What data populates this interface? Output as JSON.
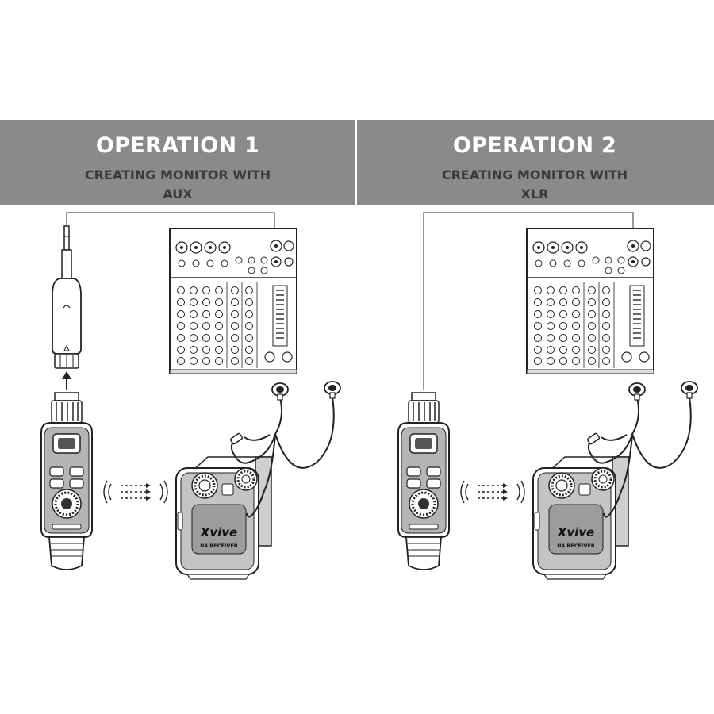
{
  "operations": [
    {
      "title": "OPERATION 1",
      "subtitle_line1": "CREATING MONITOR WITH",
      "subtitle_line2": "AUX"
    },
    {
      "title": "OPERATION 2",
      "subtitle_line1": "CREATING MONITOR WITH",
      "subtitle_line2": "XLR"
    }
  ],
  "receiver": {
    "brand": "Xvive",
    "model": "U4 RECEIVER"
  },
  "colors": {
    "header_bg": "#8a8a8a",
    "header_text": "#ffffff",
    "subtitle_text": "#3a3a3a",
    "line_art": "#222222"
  },
  "icons": [
    "mixer-icon",
    "transmitter-icon",
    "receiver-icon",
    "earphones-icon",
    "xlr-adapter-icon",
    "wireless-signal-icon"
  ]
}
